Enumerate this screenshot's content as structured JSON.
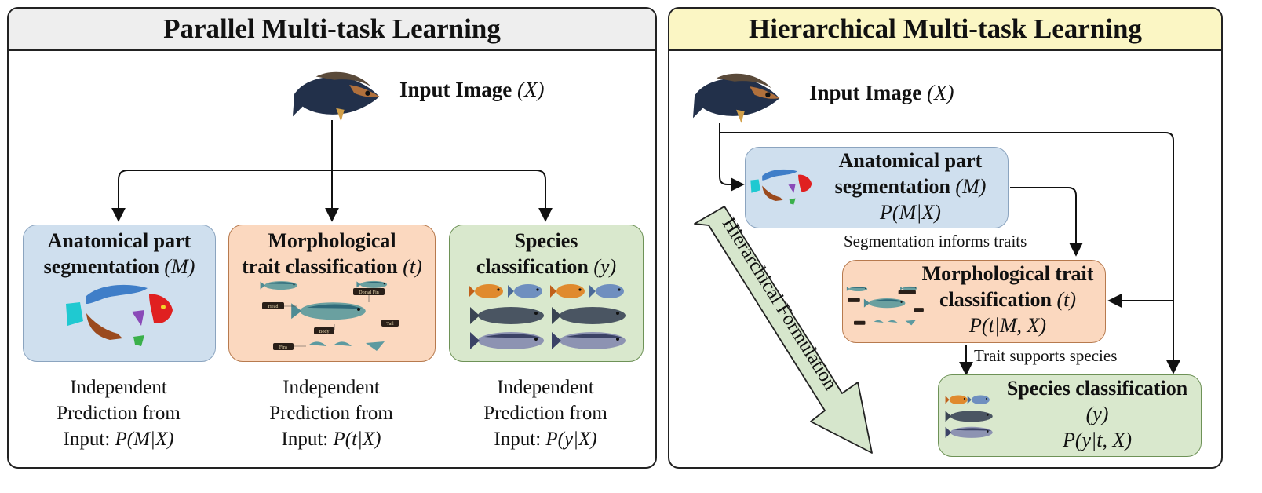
{
  "left_panel": {
    "title": "Parallel Multi-task Learning",
    "input_label": "Input Image",
    "input_math": "(X)",
    "boxes": [
      {
        "line1": "Anatomical part",
        "line2": "segmentation",
        "math": "(M)",
        "caption1": "Independent",
        "caption2": "Prediction from",
        "caption3": "Input:",
        "caption_math": "P(M|X)"
      },
      {
        "line1": "Morphological",
        "line2": "trait classification",
        "math": "(t)",
        "caption1": "Independent",
        "caption2": "Prediction from",
        "caption3": "Input:",
        "caption_math": "P(t|X)"
      },
      {
        "line1": "Species",
        "line2": "classification",
        "math": "(y)",
        "caption1": "Independent",
        "caption2": "Prediction from",
        "caption3": "Input:",
        "caption_math": "P(y|X)"
      }
    ],
    "trait_labels": [
      "Head",
      "Dorsal Fin",
      "Body",
      "Tail",
      "Fins"
    ]
  },
  "right_panel": {
    "title": "Hierarchical Multi-task Learning",
    "input_label": "Input Image",
    "input_math": "(X)",
    "seg_box": {
      "line1": "Anatomical part",
      "line2": "segmentation",
      "math": "(M)",
      "prob": "P(M|X)"
    },
    "trait_box": {
      "line1": "Morphological trait",
      "line2": "classification",
      "math": "(t)",
      "prob": "P(t|M, X)"
    },
    "species_box": {
      "line1": "Species classification",
      "math": "(y)",
      "prob": "P(y|t, X)"
    },
    "edge_label_1": "Segmentation informs traits",
    "edge_label_2": "Trait supports species",
    "arrow_label": "Hierarchical Formulation"
  },
  "colors": {
    "left_header": "#eeeeee",
    "right_header": "#fbf6c4",
    "seg_box": "#cfdfee",
    "trait_box": "#fbd8bf",
    "species_box": "#d9e8cd",
    "big_arrow": "#d6e6cc"
  }
}
